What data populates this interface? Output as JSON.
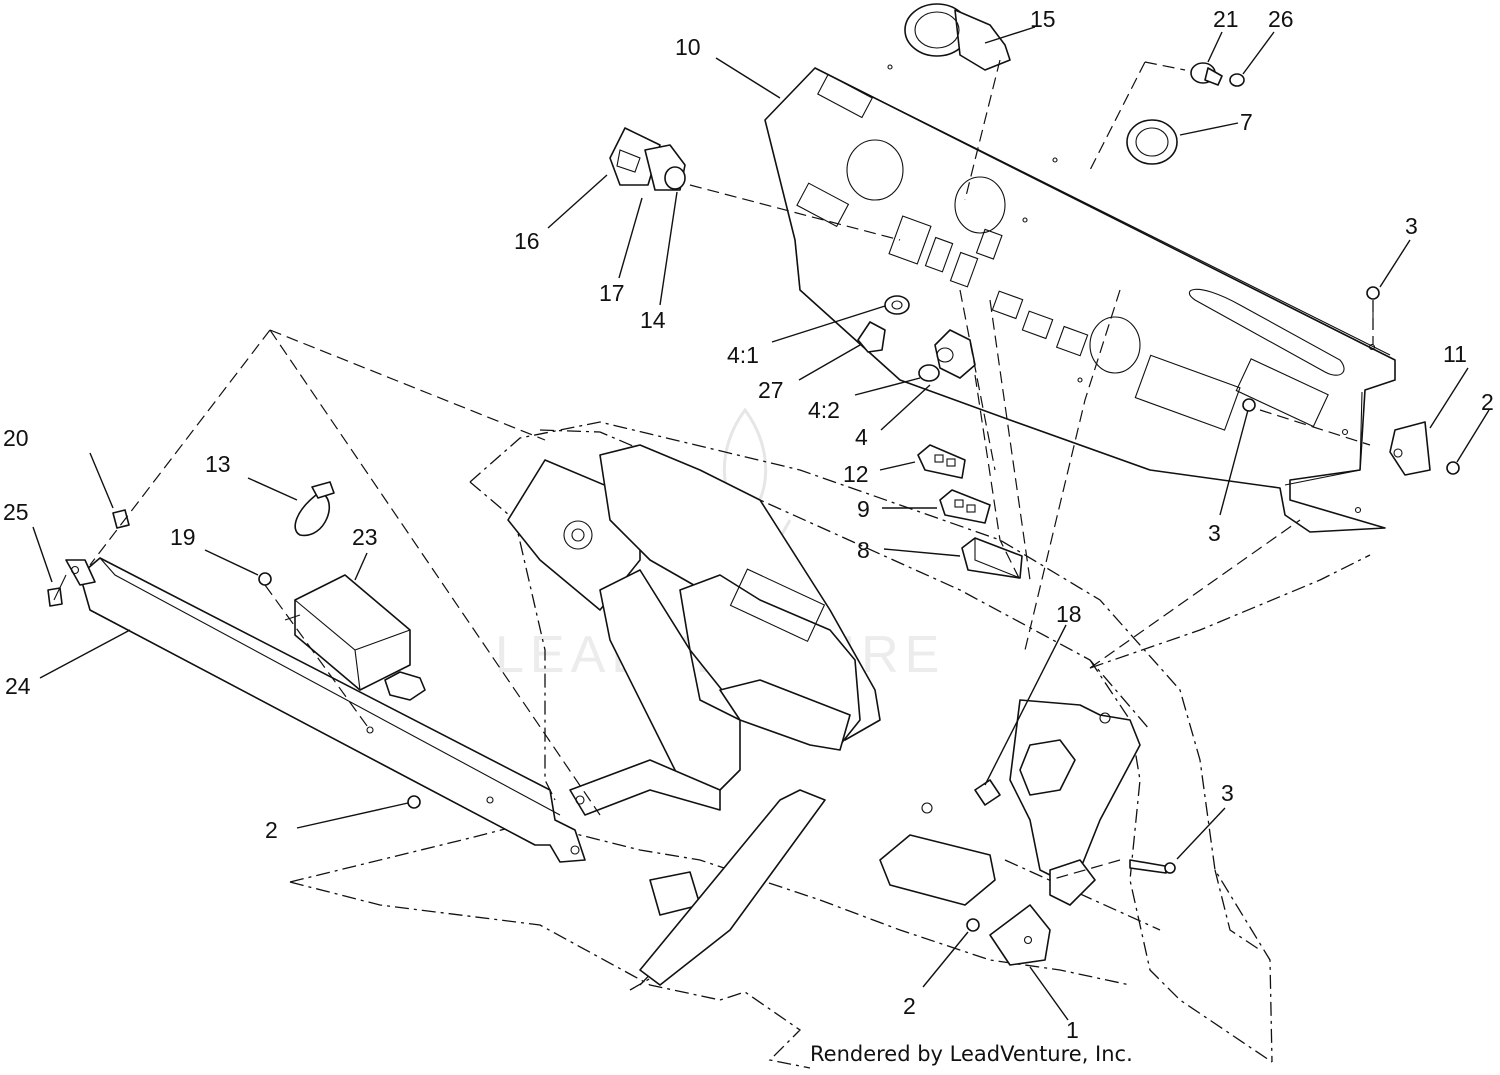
{
  "diagram": {
    "labels": [
      {
        "id": "c10",
        "text": "10"
      },
      {
        "id": "c15",
        "text": "15"
      },
      {
        "id": "c21",
        "text": "21"
      },
      {
        "id": "c26",
        "text": "26"
      },
      {
        "id": "c7",
        "text": "7"
      },
      {
        "id": "c16",
        "text": "16"
      },
      {
        "id": "c17",
        "text": "17"
      },
      {
        "id": "c14",
        "text": "14"
      },
      {
        "id": "c3a",
        "text": "3"
      },
      {
        "id": "c11",
        "text": "11"
      },
      {
        "id": "c2a",
        "text": "2"
      },
      {
        "id": "c41",
        "text": "4:1"
      },
      {
        "id": "c27",
        "text": "27"
      },
      {
        "id": "c42",
        "text": "4:2"
      },
      {
        "id": "c4",
        "text": "4"
      },
      {
        "id": "c3b",
        "text": "3"
      },
      {
        "id": "c20",
        "text": "20"
      },
      {
        "id": "c13",
        "text": "13"
      },
      {
        "id": "c25",
        "text": "25"
      },
      {
        "id": "c19",
        "text": "19"
      },
      {
        "id": "c23",
        "text": "23"
      },
      {
        "id": "c12",
        "text": "12"
      },
      {
        "id": "c9",
        "text": "9"
      },
      {
        "id": "c8",
        "text": "8"
      },
      {
        "id": "c24",
        "text": "24"
      },
      {
        "id": "c18",
        "text": "18"
      },
      {
        "id": "c2b",
        "text": "2"
      },
      {
        "id": "c3c",
        "text": "3"
      },
      {
        "id": "c2c",
        "text": "2"
      },
      {
        "id": "c1",
        "text": "1"
      }
    ],
    "credit": "Rendered by LeadVenture, Inc.",
    "watermark": "LEADVENTURE",
    "line_color": "#111111",
    "background_color": "#ffffff"
  }
}
